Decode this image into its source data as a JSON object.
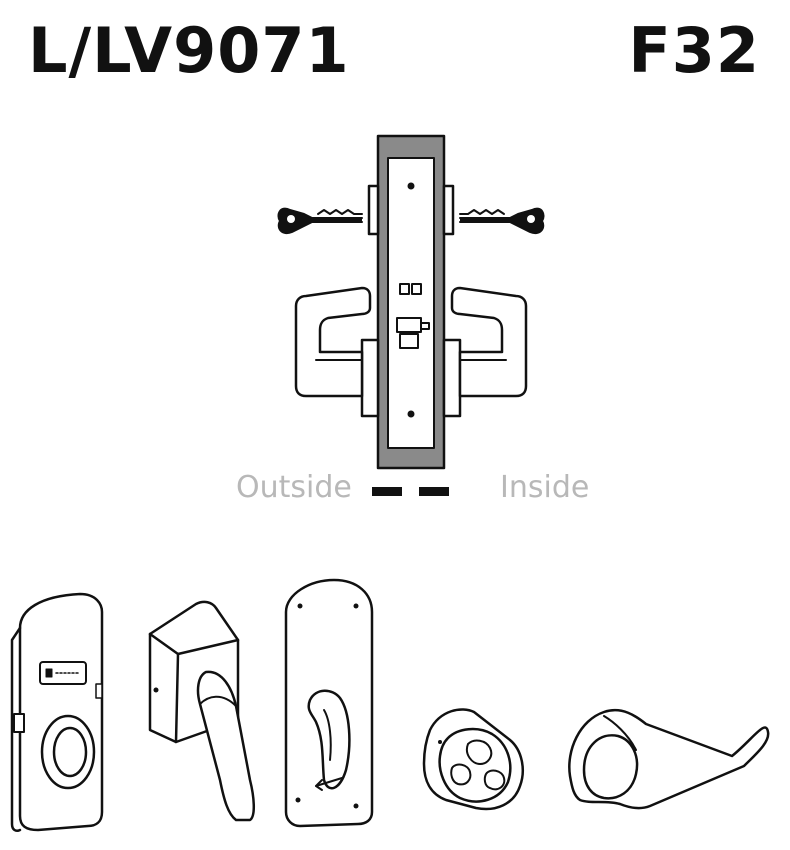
{
  "header": {
    "model": "L/LV9071",
    "finish": "F32"
  },
  "legend": {
    "outside": "Outside",
    "inside": "Inside"
  },
  "colors": {
    "ink": "#111111",
    "case_fill": "#8a8a8a",
    "legend_text": "#b8b8b8"
  },
  "icons": [
    "key-icon",
    "key-icon",
    "lever-handle-icon",
    "lever-handle-icon",
    "electronic-lock-icon",
    "lever-trim-icon",
    "escutcheon-plate-icon",
    "knob-icon",
    "lever-icon"
  ]
}
